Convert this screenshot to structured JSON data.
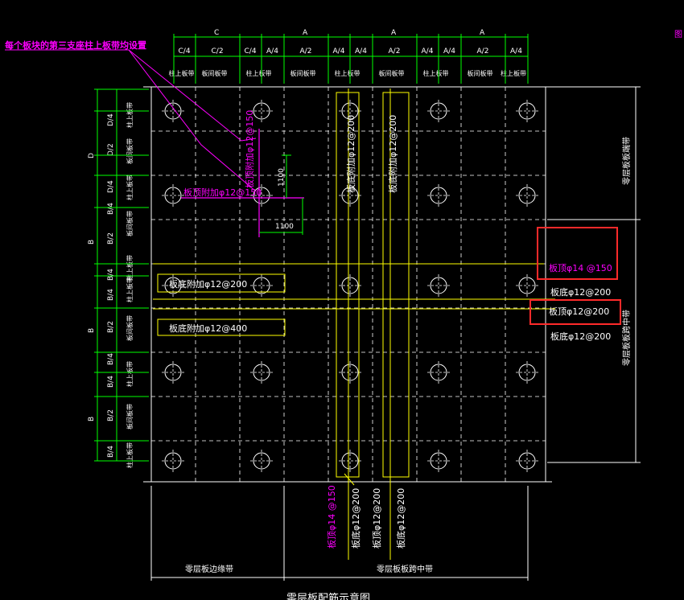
{
  "colors": {
    "background": "#000000",
    "grid": "#ffffff",
    "dim": "#00ff00",
    "rebar_yellow": "#ffff00",
    "rebar_magenta": "#ff00ff",
    "highlight": "#ff2a2a"
  },
  "top_dims": {
    "span_labels": [
      "C",
      "A",
      "A",
      "A"
    ],
    "sub_labels": [
      "C/4",
      "C/2",
      "C/4",
      "A/4",
      "A/2",
      "A/4",
      "A/4",
      "A/2",
      "A/4",
      "A/4",
      "A/2",
      "A/4"
    ],
    "strip_labels": [
      "柱上板带",
      "板间板带",
      "柱上板带",
      "板间板带",
      "柱上板带",
      "板间板带",
      "柱上板带",
      "板间板带",
      "柱上板带"
    ]
  },
  "left_dims": {
    "span_labels": [
      "D",
      "B",
      "B",
      "B"
    ],
    "sub_labels": [
      "D/4",
      "D/2",
      "D/4",
      "B/4",
      "B/2",
      "B/4",
      "B/4",
      "B/2",
      "B/4",
      "B/4",
      "B/2",
      "B/4"
    ],
    "strip_labels": [
      "柱上板带",
      "板间板带",
      "柱上板带",
      "板间板带",
      "柱上板带",
      "柱上板带",
      "板间板带",
      "柱上板带",
      "板间板带",
      "柱上板带"
    ]
  },
  "annotations": {
    "note": "每个板块的第三支座柱上板带均设置",
    "top_rebar_h": "板顶附加φ12@150",
    "top_rebar_v": "板顶附加φ12@150",
    "dim_1100_a": "1100",
    "dim_1100_b": "1100",
    "v_bot_add": "板底附加φ12@200",
    "v_bot_add2": "板底附加φ12@200",
    "h_bot_add1": "板底附加φ12@200",
    "h_bot_add2": "板底附加φ12@400",
    "right_top_rebar": "板顶φ14 @150",
    "right_bot_1": "板底φ12@200",
    "right_top_2": "板顶φ12@200",
    "right_bot_2": "板底φ12@200",
    "right_strip_1": "零层板板端带",
    "right_strip_2": "零层板板跨中带",
    "bottom_v1": "板顶φ14 @150",
    "bottom_v2": "板底φ12@200",
    "bottom_v3": "板顶φ12@200",
    "bottom_v4": "板底φ12@200",
    "bottom_strip_1": "零层板边缘带",
    "bottom_strip_2": "零层板板跨中带",
    "bottom_caption": "零层板配筋示意图",
    "right_edge_mark": "图"
  }
}
